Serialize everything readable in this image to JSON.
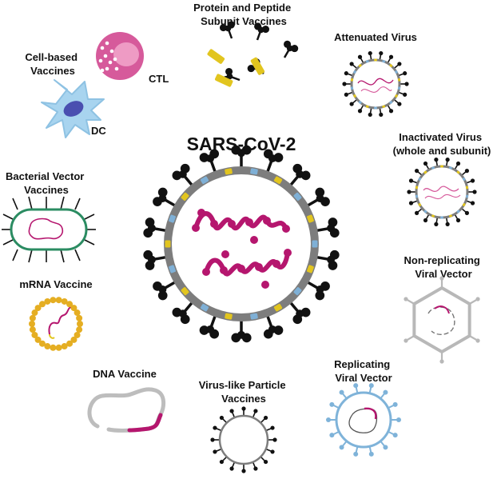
{
  "title": "SARS-CoV-2",
  "labels": {
    "protein_subunit": [
      "Protein and Peptide",
      "Subunit Vaccines"
    ],
    "attenuated": [
      "Attenuated Virus"
    ],
    "cell_based": [
      "Cell-based",
      "Vaccines"
    ],
    "ctl": "CTL",
    "dc": "DC",
    "inactivated": [
      "Inactivated Virus",
      "(whole and subunit)"
    ],
    "bacterial": [
      "Bacterial Vector",
      "Vaccines"
    ],
    "nonrep": [
      "Non-replicating",
      "Viral Vector"
    ],
    "mrna": [
      "mRNA Vaccine"
    ],
    "dna": [
      "DNA Vaccine"
    ],
    "vlp": [
      "Virus-like Particle",
      "Vaccines"
    ],
    "replicating": [
      "Replicating",
      "Viral Vector"
    ]
  },
  "colors": {
    "magenta": "#b5166e",
    "gray": "#7d7d7d",
    "light_gray": "#b8b8b8",
    "black": "#111111",
    "yellow": "#e2c51f",
    "blue": "#7fb0d6",
    "green": "#2b8c62",
    "pink": "#d65a9b",
    "dc_blue": "#a8d4ef",
    "dc_nucleus": "#4a4fb0",
    "light_blue": "#7fb3d9",
    "gold": "#e5ae22"
  }
}
